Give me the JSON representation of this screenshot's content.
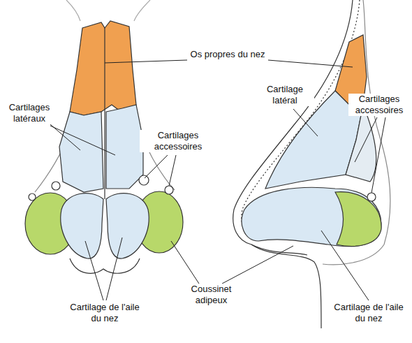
{
  "diagram": {
    "labels": [
      "Os propres du nez",
      "Cartilages latéraux",
      "Cartilages accessoires",
      "Cartilage latéral",
      "Cartilages accessoires",
      "Coussinet adipeux",
      "Cartilage de l'aile du nez",
      "Cartilage de l'aile du nez"
    ]
  }
}
